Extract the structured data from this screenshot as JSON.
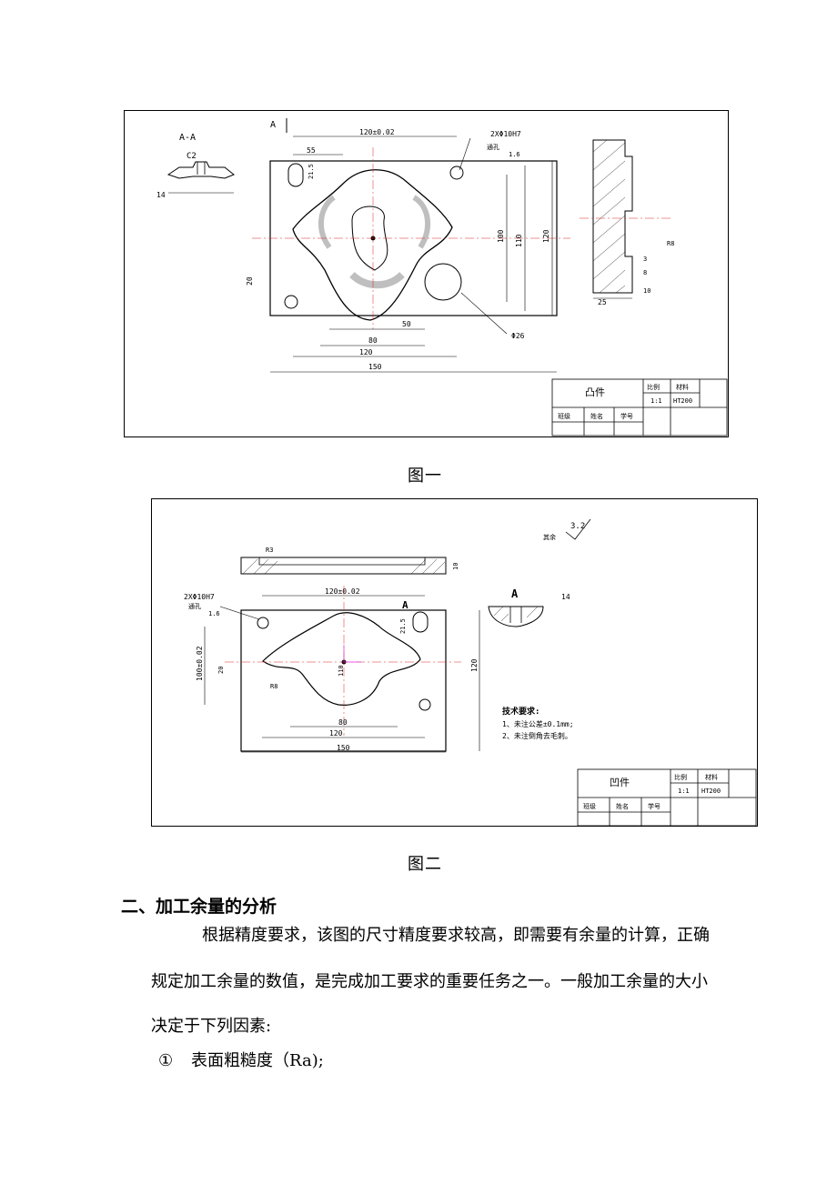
{
  "figure1": {
    "caption": "图一",
    "section_label": "A-A",
    "view_label": "A",
    "chamfer": "C2",
    "dims": {
      "width_tol": "120±0.02",
      "hole": "2XΦ10H7",
      "through": "通孔",
      "rough1": "1.6",
      "d55": "55",
      "d21_5": "21.5",
      "d100": "100",
      "d110": "110",
      "d120v": "120",
      "d20": "20",
      "d50": "50",
      "d80": "80",
      "d120b": "120",
      "d150": "150",
      "d26": "Φ26",
      "d14": "14",
      "d25": "25",
      "d10": "10",
      "d3": "3",
      "d8": "8",
      "r8": "R8"
    },
    "title_block": {
      "part": "凸件",
      "scale_label": "比例",
      "material_label": "材料",
      "scale": "1:1",
      "material": "HT200",
      "class_label": "班级",
      "name_label": "姓名",
      "id_label": "学号"
    }
  },
  "figure2": {
    "caption": "图二",
    "view_label": "A",
    "dims": {
      "width_tol": "120±0.02",
      "hole": "2XΦ10H7",
      "through": "通孔",
      "rough": "1.6",
      "rough_all": "3.2",
      "rest": "其余",
      "d21_5": "21.5",
      "d100": "100±0.02",
      "d110": "110",
      "d120v": "120",
      "d20": "20",
      "d80": "80",
      "d120b": "120",
      "d150": "150",
      "d14": "14",
      "d10": "10",
      "r3": "R3",
      "r8": "R8"
    },
    "tech": {
      "title": "技术要求:",
      "item1": "1、未注公差±0.1mm;",
      "item2": "2、未注倒角去毛刺。"
    },
    "title_block": {
      "part": "凹件",
      "scale_label": "比例",
      "material_label": "材料",
      "scale": "1:1",
      "material": "HT200",
      "class_label": "班级",
      "name_label": "姓名",
      "id_label": "学号"
    }
  },
  "section": {
    "heading": "二、加工余量的分析",
    "line1": "根据精度要求，该图的尺寸精度要求较高，即需要有余量的计算，正确",
    "line2": "规定加工余量的数值，是完成加工要求的重要任务之一。一般加工余量的大小",
    "line3": "决定于下列因素:",
    "item_marker": "①",
    "item_text": "表面粗糙度（Ra);"
  }
}
